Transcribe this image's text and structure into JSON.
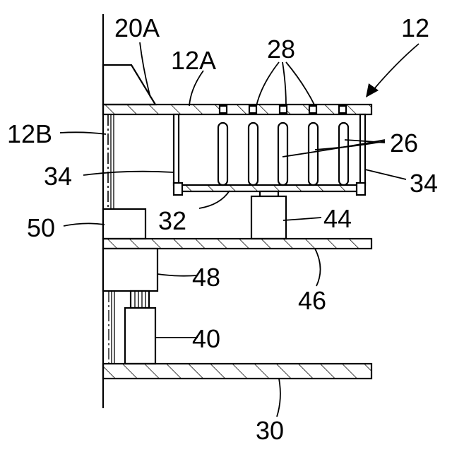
{
  "labels": {
    "l20A": "20A",
    "l12A": "12A",
    "l28": "28",
    "l12": "12",
    "l12B": "12B",
    "l26": "26",
    "l34_left": "34",
    "l34_right": "34",
    "l50": "50",
    "l32": "32",
    "l44": "44",
    "l48": "48",
    "l46": "46",
    "l40": "40",
    "l30": "30"
  },
  "colors": {
    "ink": "#000000",
    "background": "#ffffff"
  }
}
